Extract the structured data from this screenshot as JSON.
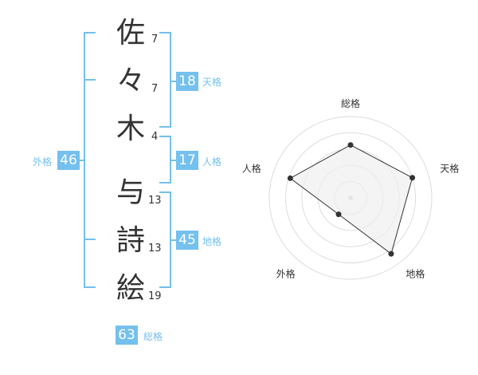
{
  "name": {
    "characters": [
      {
        "char": "佐",
        "strokes": "7"
      },
      {
        "char": "々",
        "strokes": "7"
      },
      {
        "char": "木",
        "strokes": "4"
      },
      {
        "char": "与",
        "strokes": "13"
      },
      {
        "char": "詩",
        "strokes": "13"
      },
      {
        "char": "絵",
        "strokes": "19"
      }
    ]
  },
  "fortunes": {
    "tenkaku": {
      "score": "18",
      "label": "天格"
    },
    "jinkaku": {
      "score": "17",
      "label": "人格"
    },
    "chikaku": {
      "score": "45",
      "label": "地格"
    },
    "gaikaku": {
      "score": "46",
      "label": "外格"
    },
    "soukaku": {
      "score": "63",
      "label": "総格"
    }
  },
  "chart_data": {
    "type": "radar",
    "axes": [
      "総格",
      "天格",
      "地格",
      "外格",
      "人格"
    ],
    "values": [
      0.65,
      0.8,
      0.85,
      0.25,
      0.78
    ],
    "range": [
      0,
      1
    ],
    "colors": {
      "fill": "#efefef",
      "line": "#333333",
      "grid": "#dddddd"
    }
  }
}
